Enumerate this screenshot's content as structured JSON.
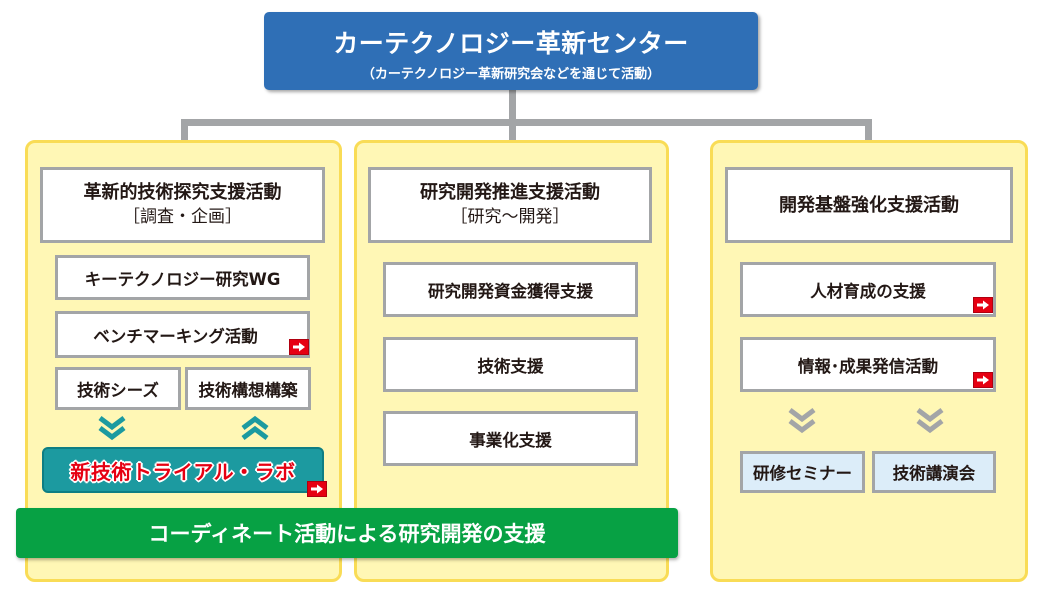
{
  "center": {
    "title": "カーテクノロジー革新センター",
    "subtitle": "（カーテクノロジー革新研究会などを通じて活動）"
  },
  "left": {
    "header_title": "革新的技術探究支援活動",
    "header_sub": "［調査・企画］",
    "items": [
      "キーテクノロジー研究WG",
      "ベンチマーキング活動"
    ],
    "pair": [
      "技術シーズ",
      "技術構想構築"
    ],
    "trial_lab": "新技術トライアル・ラボ"
  },
  "middle": {
    "header_title": "研究開発推進支援活動",
    "header_sub": "［研究～開発］",
    "items": [
      "研究開発資金獲得支援",
      "技術支援",
      "事業化支援"
    ]
  },
  "right": {
    "header_title": "開発基盤強化支援活動",
    "items": [
      "人材育成の支援",
      "情報･成果発信活動"
    ],
    "outputs": [
      "研修セミナー",
      "技術講演会"
    ]
  },
  "coordinate_bar": "コーディネート活動による研究開発の支援",
  "colors": {
    "center_blue": "#2f6fb6",
    "panel_fill": "#fff7b5",
    "panel_border": "#f9dc56",
    "connector_gray": "#a3a5a7",
    "trial_teal": "#1c9aa0",
    "trial_text_red": "#e60012",
    "coordinate_green": "#07a144",
    "chevron_teal": "#1c9aa0",
    "chevron_gray": "#a3a5a7",
    "output_blue": "#dcedf9"
  }
}
